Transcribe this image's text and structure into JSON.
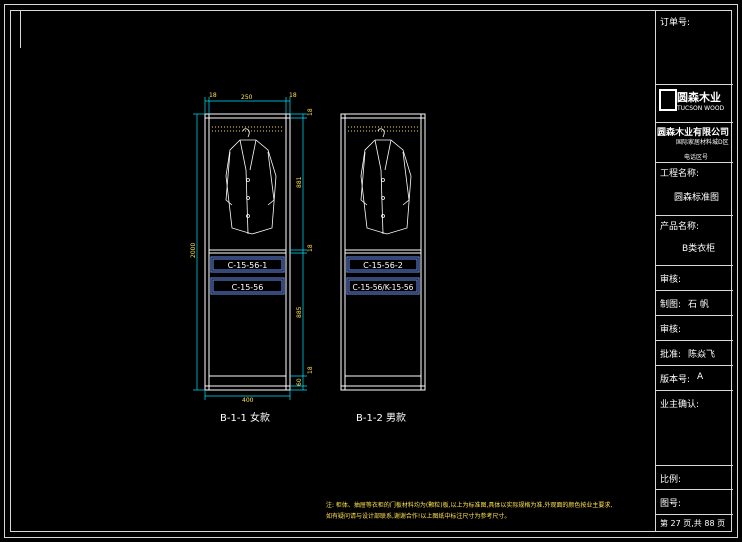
{
  "title_block": {
    "order_label": "订单号:",
    "logo_text": "圆森木业",
    "logo_sub": "TUCSON WOOD",
    "company": "圆森木业有限公司",
    "address": "国际家居材料城D区",
    "tel_label": "电话区号",
    "project_label": "工程名称:",
    "project_value": "圆森标准图",
    "product_label": "产品名称:",
    "product_value": "B类衣柜",
    "check_label": "审核:",
    "drawn_label": "制图:",
    "drawn_value": "石 帆",
    "review_label": "审核:",
    "approve_label": "批准:",
    "approve_value": "陈焱飞",
    "version_label": "版本号:",
    "version_value": "A",
    "owner_label": "业主确认:",
    "scale_label": "比例:",
    "drawing_no_label": "图号:",
    "page_text": "第 27 页,共 88 页"
  },
  "drawing": {
    "left_caption": "B-1-1 女款",
    "right_caption": "B-1-2 男款",
    "left_drawer_1": "C-15-56-1",
    "left_drawer_2": "C-15-56",
    "right_drawer_1": "C-15-56-2",
    "right_drawer_2": "C-15-56/K-15-56",
    "dims": {
      "top_left": "18",
      "top_mid": "250",
      "top_right": "18",
      "height_total": "2000",
      "bottom_width": "400",
      "right_1": "18",
      "right_2": "881",
      "right_3": "18",
      "right_4": "885",
      "right_5": "18",
      "right_6": "60"
    },
    "note": "注: 柜体、抽屉等衣柜的门板材料均为(颗粒)板,以上为标准图,具体以实际规格为准,外观面的颜色按业主要求,如有疑问请与设计部联系,谢谢合作!以上图纸中标注尺寸为参考尺寸。"
  },
  "colors": {
    "frame": "#d8d8d8",
    "cabinet": "#ffffff",
    "dimension": "#00e5ff",
    "drawer": "#5a78c8",
    "dim_text": "#ffe14d"
  }
}
